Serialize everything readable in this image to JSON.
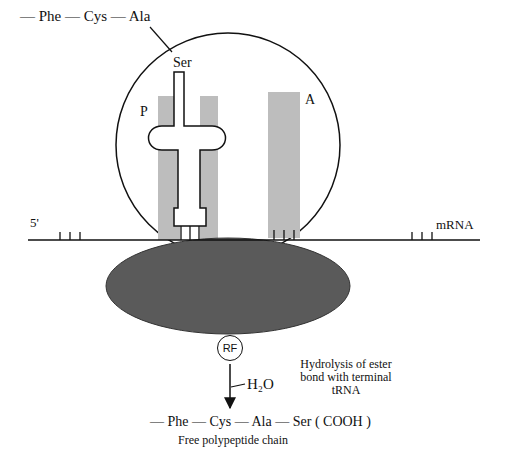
{
  "diagram": {
    "nodes": [
      {
        "text": [
          "RF"
        ]
      }
    ],
    "labels": [
      "— Phe — Cys — Ala",
      "Ser",
      "P",
      "A",
      "5'",
      "mRNA",
      "H₂O",
      "Hydrolysis of ester bond with terminal tRNA",
      "— Phe — Cys — Ala — Ser ( COOH )",
      "Free polypeptide chain"
    ]
  }
}
